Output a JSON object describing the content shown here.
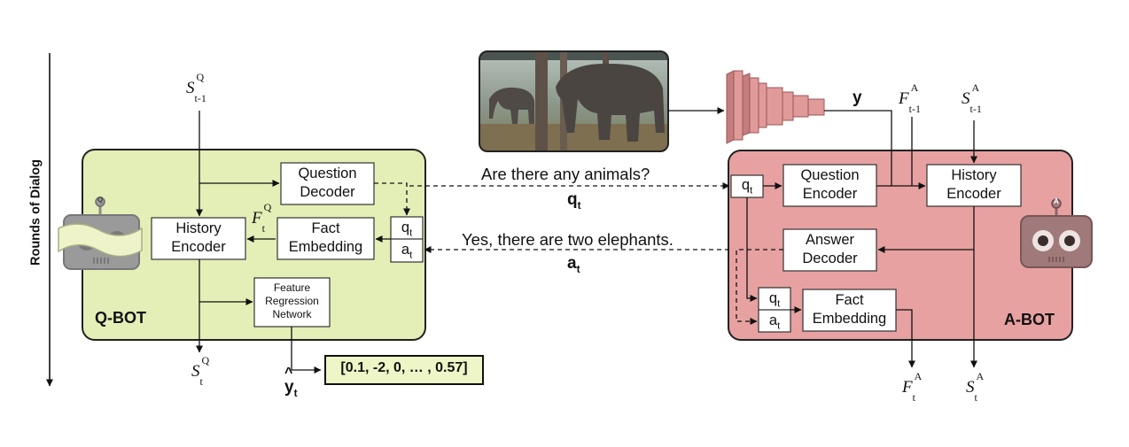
{
  "axis": {
    "label": "Rounds of Dialog"
  },
  "qbot": {
    "label": "Q-BOT",
    "robot_badge": "Q",
    "question_decoder": [
      "Question",
      "Decoder"
    ],
    "history_encoder": [
      "History",
      "Encoder"
    ],
    "fact_embedding": [
      "Fact",
      "Embedding"
    ],
    "qt": "q",
    "qt_sub": "t",
    "at": "a",
    "at_sub": "t",
    "feature_regression": [
      "Feature",
      "Regression",
      "Network"
    ],
    "state_in": {
      "base": "S",
      "sub": "t-1",
      "sup": "Q"
    },
    "state_out": {
      "base": "S",
      "sub": "t",
      "sup": "Q"
    },
    "fact_label": {
      "base": "F",
      "sub": "t",
      "sup": "Q"
    },
    "prediction_vector": "[0.1, -2, 0, … , 0.57]",
    "prediction_label": {
      "base": "y",
      "hat": "^",
      "sub": "t"
    }
  },
  "abot": {
    "label": "A-BOT",
    "robot_badge": "A",
    "question_encoder": [
      "Question",
      "Encoder"
    ],
    "history_encoder": [
      "History",
      "Encoder"
    ],
    "answer_decoder": [
      "Answer",
      "Decoder"
    ],
    "fact_embedding": [
      "Fact",
      "Embedding"
    ],
    "qt": "q",
    "qt_sub": "t",
    "at": "a",
    "at_sub": "t",
    "image_feature": "y",
    "fact_in": {
      "base": "F",
      "sub": "t-1",
      "sup": "A"
    },
    "state_in": {
      "base": "S",
      "sub": "t-1",
      "sup": "A"
    },
    "fact_out": {
      "base": "F",
      "sub": "t",
      "sup": "A"
    },
    "state_out": {
      "base": "S",
      "sub": "t",
      "sup": "A"
    }
  },
  "dialog": {
    "question": "Are there any animals?",
    "question_label": "q",
    "question_sub": "t",
    "answer": "Yes, there are two elephants.",
    "answer_label": "a",
    "answer_sub": "t"
  },
  "colors": {
    "qbot_fill": "#e3efb6",
    "abot_fill": "#e7a1a1",
    "cnn_fill": "#e09a9a",
    "stroke": "#222222"
  }
}
